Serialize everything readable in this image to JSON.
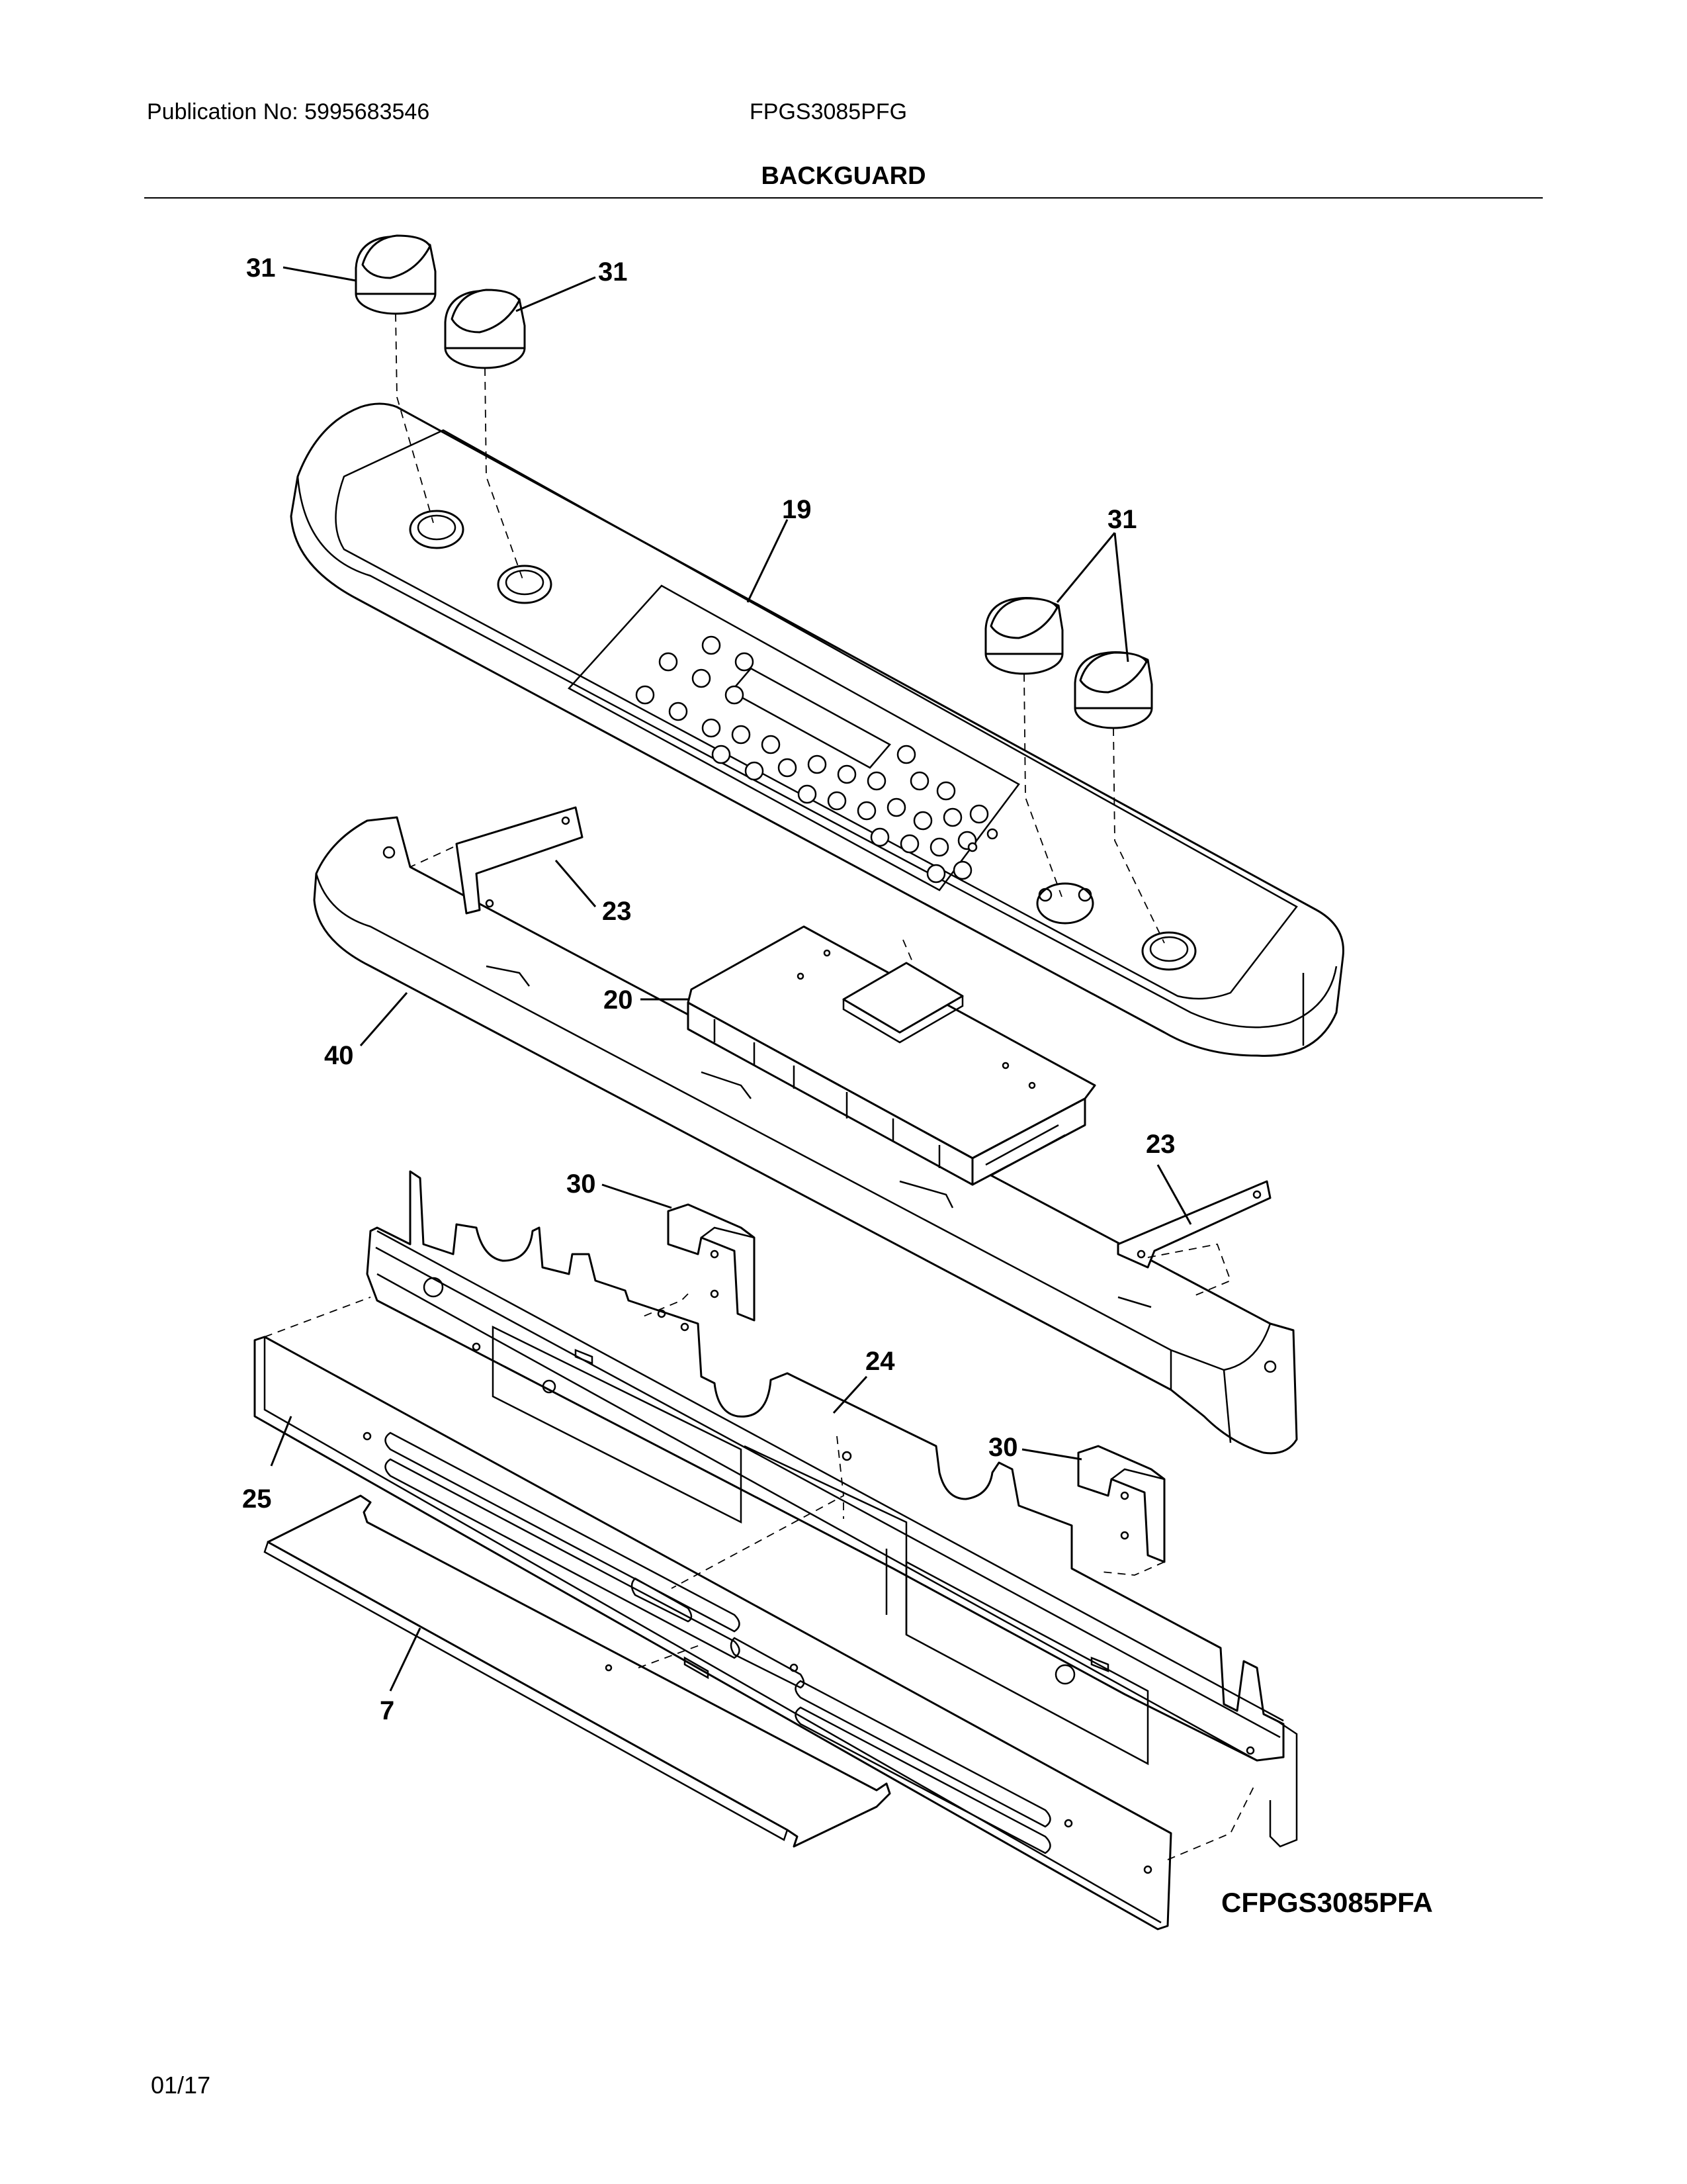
{
  "header": {
    "publication": "Publication No: 5995683546",
    "model": "FPGS3085PFG"
  },
  "section_title": "BACKGUARD",
  "diagram": {
    "code": "CFPGS3085PFA",
    "callouts": [
      {
        "label": "31"
      },
      {
        "label": "31"
      },
      {
        "label": "31"
      },
      {
        "label": "19"
      },
      {
        "label": "23"
      },
      {
        "label": "20"
      },
      {
        "label": "40"
      },
      {
        "label": "23"
      },
      {
        "label": "30"
      },
      {
        "label": "24"
      },
      {
        "label": "30"
      },
      {
        "label": "25"
      },
      {
        "label": "7"
      }
    ]
  },
  "footer": {
    "date": "01/17"
  }
}
